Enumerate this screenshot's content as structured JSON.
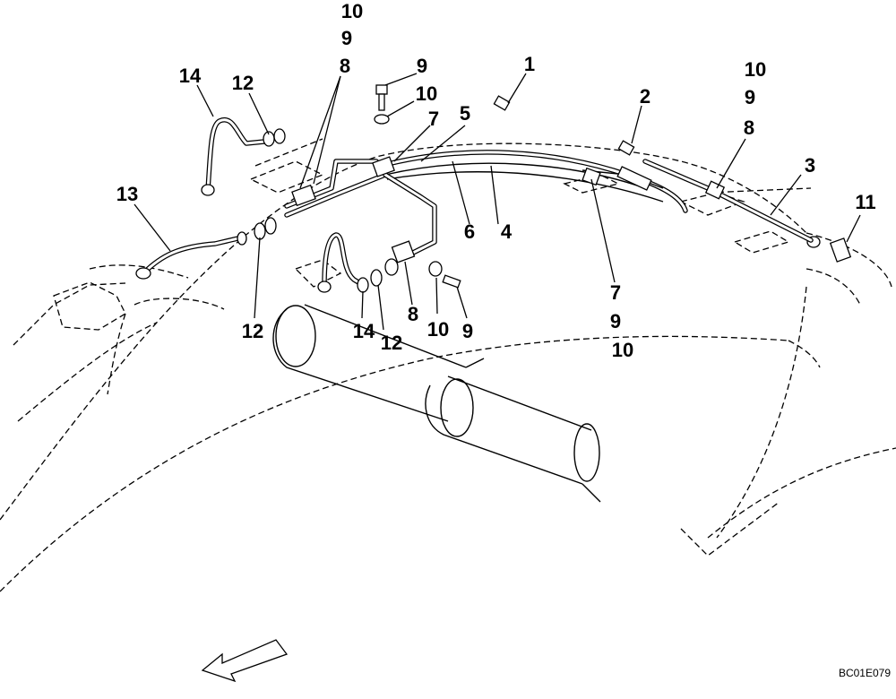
{
  "callouts": [
    {
      "id": "c1",
      "text": "10"
    },
    {
      "id": "c2",
      "text": "9"
    },
    {
      "id": "c3",
      "text": "8"
    },
    {
      "id": "c4",
      "text": "9"
    },
    {
      "id": "c5",
      "text": "10"
    },
    {
      "id": "c6",
      "text": "7"
    },
    {
      "id": "c7",
      "text": "14"
    },
    {
      "id": "c8",
      "text": "12"
    },
    {
      "id": "c9",
      "text": "5"
    },
    {
      "id": "c10",
      "text": "1"
    },
    {
      "id": "c11",
      "text": "2"
    },
    {
      "id": "c12",
      "text": "10"
    },
    {
      "id": "c13",
      "text": "9"
    },
    {
      "id": "c14",
      "text": "8"
    },
    {
      "id": "c15",
      "text": "3"
    },
    {
      "id": "c16",
      "text": "13"
    },
    {
      "id": "c17",
      "text": "6"
    },
    {
      "id": "c18",
      "text": "4"
    },
    {
      "id": "c19",
      "text": "11"
    },
    {
      "id": "c20",
      "text": "12"
    },
    {
      "id": "c21",
      "text": "14"
    },
    {
      "id": "c22",
      "text": "12"
    },
    {
      "id": "c23",
      "text": "8"
    },
    {
      "id": "c24",
      "text": "10"
    },
    {
      "id": "c25",
      "text": "9"
    },
    {
      "id": "c26",
      "text": "7"
    },
    {
      "id": "c27",
      "text": "9"
    },
    {
      "id": "c28",
      "text": "10"
    }
  ],
  "reference_code": "BC01E079",
  "icons": {
    "direction_arrow": "front-direction-arrow-icon"
  }
}
